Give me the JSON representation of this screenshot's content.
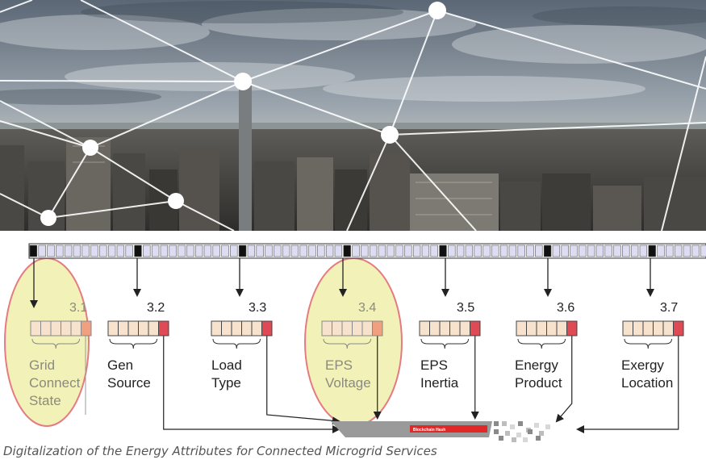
{
  "caption": "Digitalization of the Energy Attributes for Connected Microgrid Services",
  "attributes": [
    {
      "number": "3.1",
      "label_lines": [
        "Grid",
        "Connect",
        "State"
      ],
      "highlighted": true
    },
    {
      "number": "3.2",
      "label_lines": [
        "Gen",
        "Source"
      ],
      "highlighted": false
    },
    {
      "number": "3.3",
      "label_lines": [
        "Load",
        "Type"
      ],
      "highlighted": false
    },
    {
      "number": "3.4",
      "label_lines": [
        "EPS",
        "Voltage"
      ],
      "highlighted": true
    },
    {
      "number": "3.5",
      "label_lines": [
        "EPS",
        "Inertia"
      ],
      "highlighted": false
    },
    {
      "number": "3.6",
      "label_lines": [
        "Energy",
        "Product"
      ],
      "highlighted": false
    },
    {
      "number": "3.7",
      "label_lines": [
        "Exergy",
        "Location"
      ],
      "highlighted": false
    }
  ],
  "hash_label": "Blockchain Hash",
  "colors": {
    "highlight_fill": "#f2f2b8",
    "highlight_stroke": "#e57b80",
    "cell_fill": "#f7e2cd",
    "end_cell": "#e04a55",
    "end_cell_dim": "#f0a080",
    "tape_cell": "#dcdcf2",
    "tape_marker": "#111111",
    "hash_bar": "#e02828"
  },
  "icons": {
    "photo": "city-skyline-network-photo",
    "tape": "data-tape-strip"
  }
}
